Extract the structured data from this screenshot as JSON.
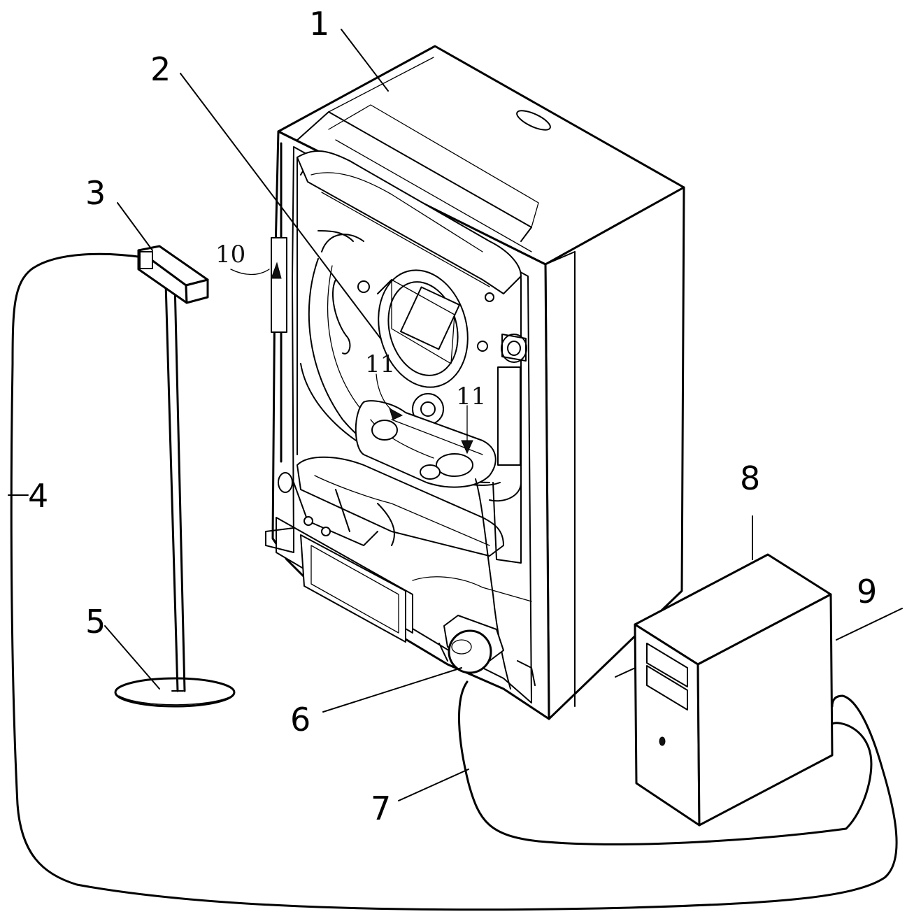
{
  "labels": {
    "n1": "1",
    "n2": "2",
    "n3": "3",
    "n4": "4",
    "n5": "5",
    "n6": "6",
    "n7": "7",
    "n8": "8",
    "n9": "9",
    "n10": "10",
    "n11a": "11",
    "n11b": "11"
  }
}
